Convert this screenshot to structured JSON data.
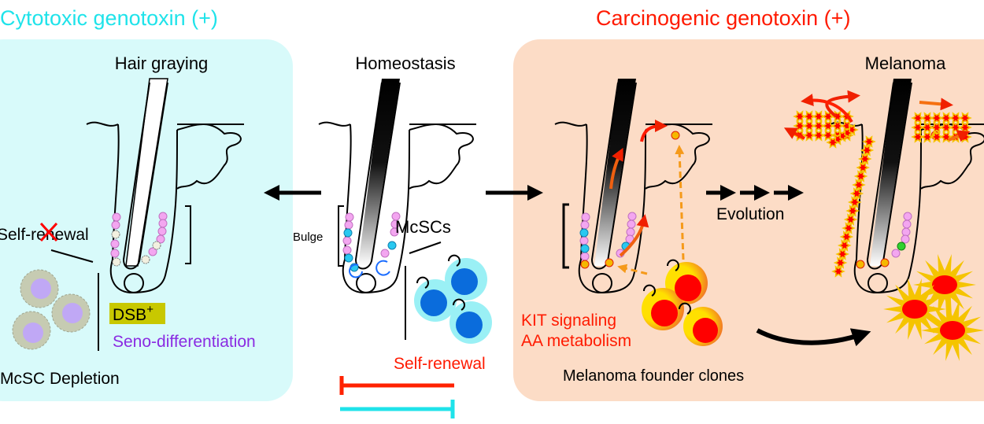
{
  "headers": {
    "left": "Cytotoxic genotoxin (+)",
    "right": "Carcinogenic genotoxin (+)"
  },
  "colors": {
    "cytotoxic": "#1fe3ea",
    "carcinogenic": "#ff1a00",
    "left_panel": "#d8fafa",
    "right_panel": "#fcdcc6",
    "seno": "#8a2be2",
    "dsb_bg": "#c8c800"
  },
  "left_panel": {
    "title": "Hair graying",
    "self_renewal": "Self-renewal",
    "dsb": "DSB",
    "dsb_sup": "+",
    "seno": "Seno-differentiation",
    "depletion": "McSC Depletion"
  },
  "center": {
    "title": "Homeostasis",
    "bulge": "Bulge",
    "mcscs": "McSCs",
    "self_renewal": "Self-renewal"
  },
  "right_panel": {
    "title": "Melanoma",
    "evolution": "Evolution",
    "kit": "KIT signaling",
    "aa": "AA metabolism",
    "founder": "Melanoma founder clones"
  }
}
